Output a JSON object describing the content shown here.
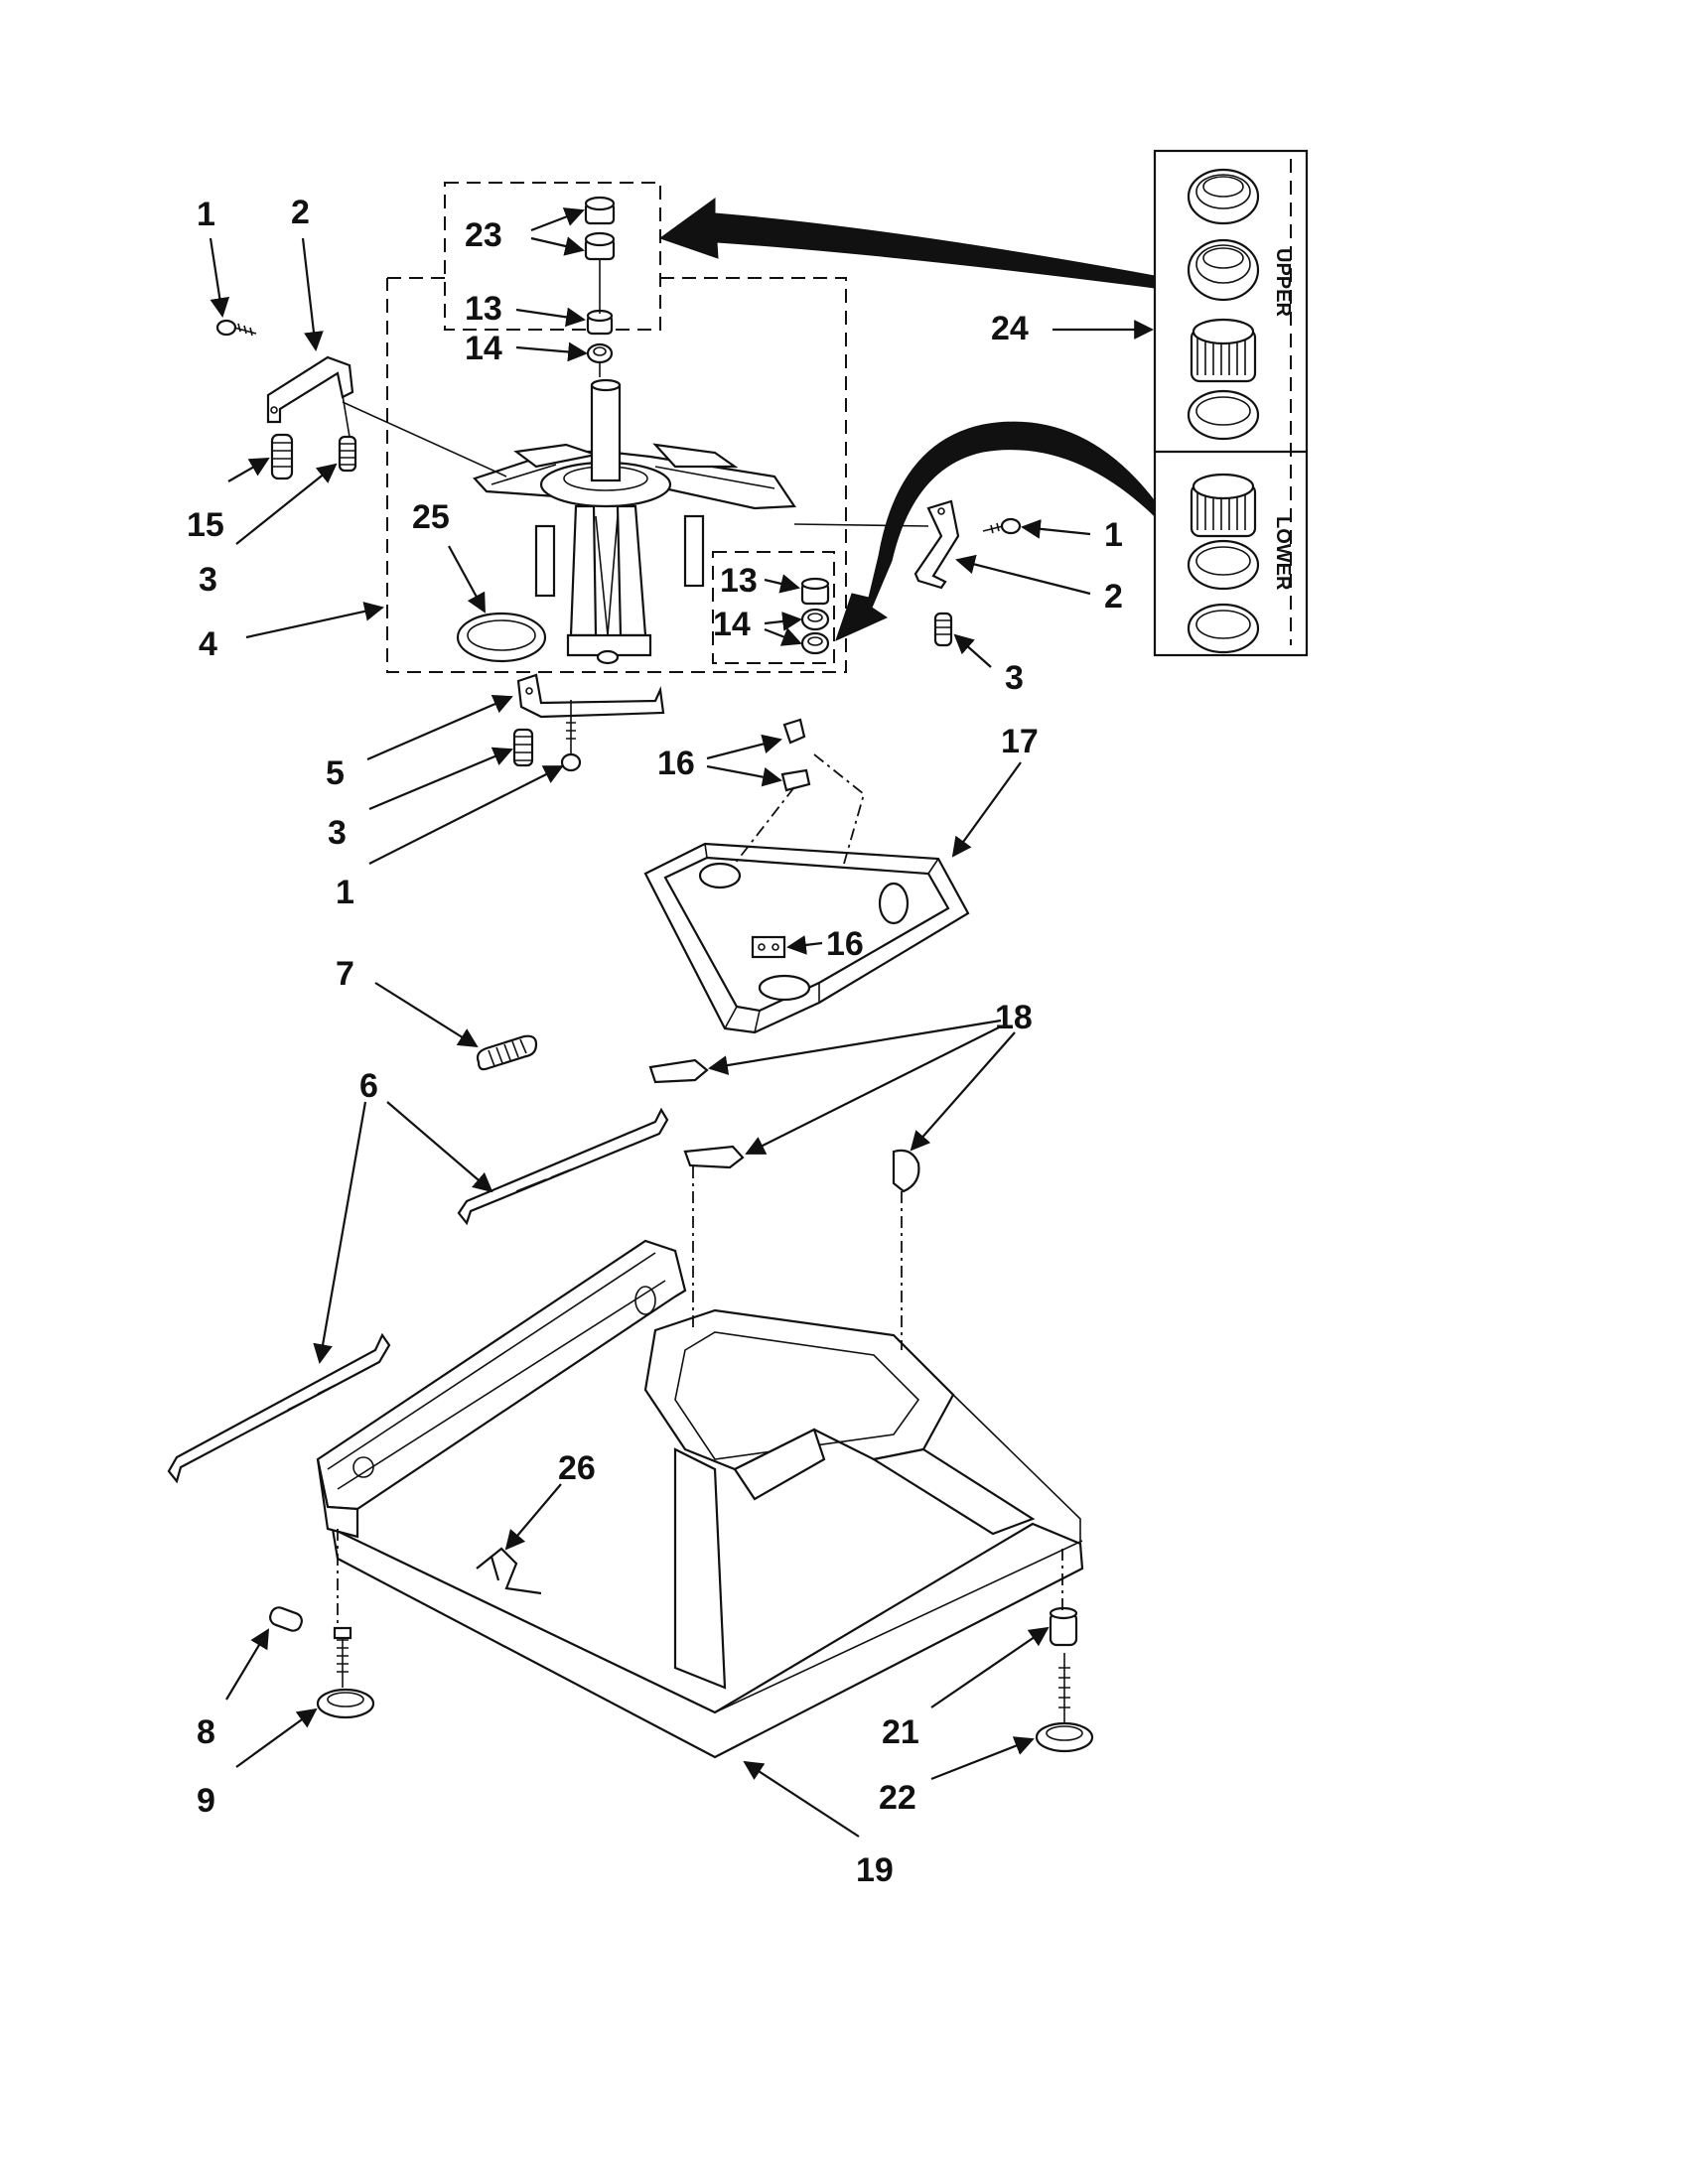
{
  "callouts": [
    {
      "id": "c1a",
      "text": "1"
    },
    {
      "id": "c2a",
      "text": "2"
    },
    {
      "id": "c15",
      "text": "15"
    },
    {
      "id": "c3a",
      "text": "3"
    },
    {
      "id": "c4",
      "text": "4"
    },
    {
      "id": "c23",
      "text": "23"
    },
    {
      "id": "c13a",
      "text": "13"
    },
    {
      "id": "c14a",
      "text": "14"
    },
    {
      "id": "c25",
      "text": "25"
    },
    {
      "id": "c13b",
      "text": "13"
    },
    {
      "id": "c14b",
      "text": "14"
    },
    {
      "id": "c24",
      "text": "24"
    },
    {
      "id": "c1b",
      "text": "1"
    },
    {
      "id": "c2b",
      "text": "2"
    },
    {
      "id": "c3b",
      "text": "3"
    },
    {
      "id": "c5",
      "text": "5"
    },
    {
      "id": "c3c",
      "text": "3"
    },
    {
      "id": "c1c",
      "text": "1"
    },
    {
      "id": "c16a",
      "text": "16"
    },
    {
      "id": "c17",
      "text": "17"
    },
    {
      "id": "c16b",
      "text": "16"
    },
    {
      "id": "c7",
      "text": "7"
    },
    {
      "id": "c18",
      "text": "18"
    },
    {
      "id": "c6",
      "text": "6"
    },
    {
      "id": "c26",
      "text": "26"
    },
    {
      "id": "c8",
      "text": "8"
    },
    {
      "id": "c9",
      "text": "9"
    },
    {
      "id": "c21",
      "text": "21"
    },
    {
      "id": "c22",
      "text": "22"
    },
    {
      "id": "c19",
      "text": "19"
    }
  ],
  "kit_box": {
    "upper_label": "UPPER",
    "lower_label": "LOWER"
  }
}
